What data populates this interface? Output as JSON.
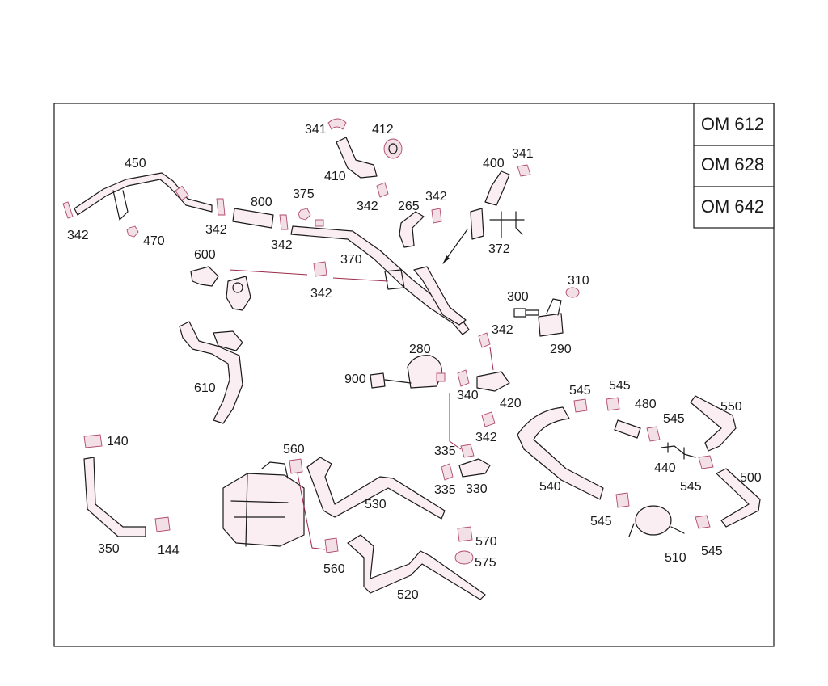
{
  "engine_variants": [
    "OM 612",
    "OM 628",
    "OM 642"
  ],
  "callouts": [
    {
      "id": "341a",
      "text": "341"
    },
    {
      "id": "412",
      "text": "412"
    },
    {
      "id": "410",
      "text": "410"
    },
    {
      "id": "342a",
      "text": "342"
    },
    {
      "id": "400",
      "text": "400"
    },
    {
      "id": "341b",
      "text": "341"
    },
    {
      "id": "450",
      "text": "450"
    },
    {
      "id": "375",
      "text": "375"
    },
    {
      "id": "342b",
      "text": "342"
    },
    {
      "id": "265",
      "text": "265"
    },
    {
      "id": "800",
      "text": "800"
    },
    {
      "id": "342c",
      "text": "342"
    },
    {
      "id": "342d",
      "text": "342"
    },
    {
      "id": "470",
      "text": "470"
    },
    {
      "id": "342e",
      "text": "342"
    },
    {
      "id": "372",
      "text": "372"
    },
    {
      "id": "370",
      "text": "370"
    },
    {
      "id": "600",
      "text": "600"
    },
    {
      "id": "342f",
      "text": "342"
    },
    {
      "id": "300",
      "text": "300"
    },
    {
      "id": "310",
      "text": "310"
    },
    {
      "id": "342g",
      "text": "342"
    },
    {
      "id": "290",
      "text": "290"
    },
    {
      "id": "280",
      "text": "280"
    },
    {
      "id": "900",
      "text": "900"
    },
    {
      "id": "340",
      "text": "340"
    },
    {
      "id": "420",
      "text": "420"
    },
    {
      "id": "610",
      "text": "610"
    },
    {
      "id": "545a",
      "text": "545"
    },
    {
      "id": "545b",
      "text": "545"
    },
    {
      "id": "480",
      "text": "480"
    },
    {
      "id": "550",
      "text": "550"
    },
    {
      "id": "545c",
      "text": "545"
    },
    {
      "id": "342h",
      "text": "342"
    },
    {
      "id": "140",
      "text": "140"
    },
    {
      "id": "560a",
      "text": "560"
    },
    {
      "id": "335a",
      "text": "335"
    },
    {
      "id": "440",
      "text": "440"
    },
    {
      "id": "545d",
      "text": "545"
    },
    {
      "id": "500",
      "text": "500"
    },
    {
      "id": "540",
      "text": "540"
    },
    {
      "id": "335b",
      "text": "335"
    },
    {
      "id": "330",
      "text": "330"
    },
    {
      "id": "530",
      "text": "530"
    },
    {
      "id": "545e",
      "text": "545"
    },
    {
      "id": "570",
      "text": "570"
    },
    {
      "id": "350",
      "text": "350"
    },
    {
      "id": "144",
      "text": "144"
    },
    {
      "id": "510",
      "text": "510"
    },
    {
      "id": "545f",
      "text": "545"
    },
    {
      "id": "575",
      "text": "575"
    },
    {
      "id": "560b",
      "text": "560"
    },
    {
      "id": "520",
      "text": "520"
    }
  ]
}
